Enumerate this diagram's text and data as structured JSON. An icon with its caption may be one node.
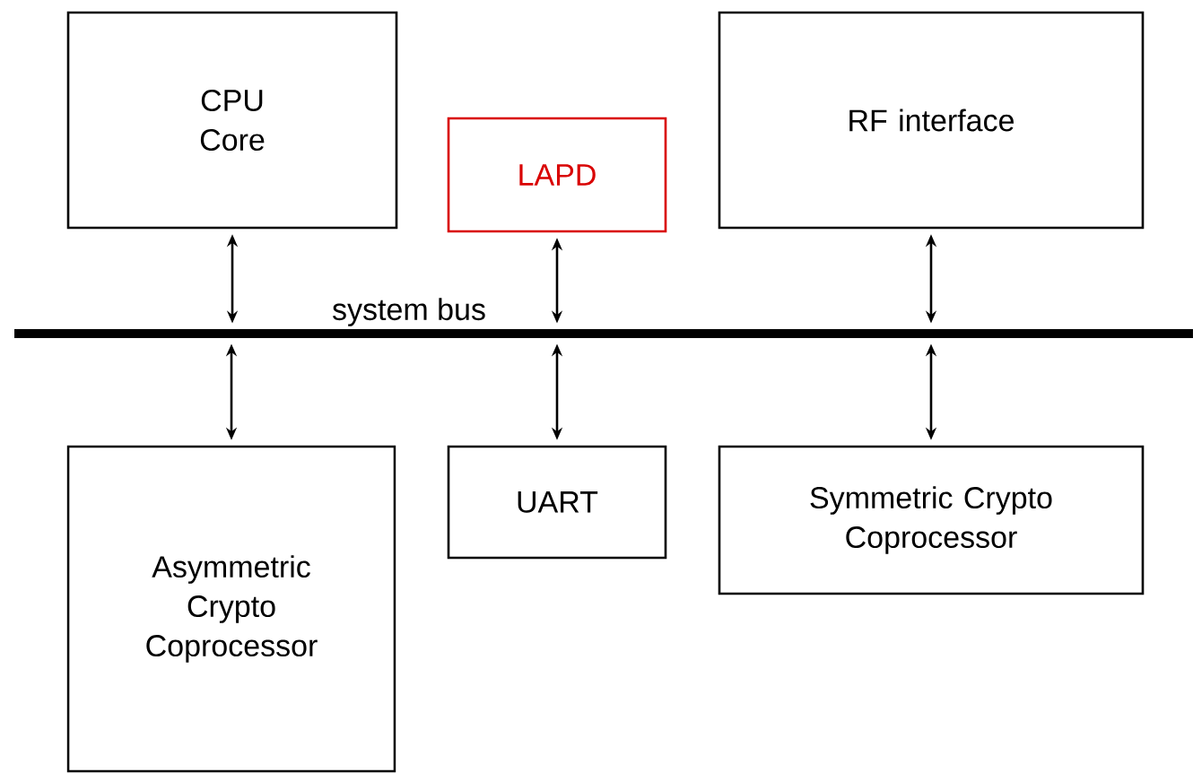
{
  "diagram": {
    "nodes": [
      {
        "text": [
          "CPU Core"
        ]
      },
      {
        "text": [
          "LAPD"
        ]
      },
      {
        "text": [
          "RF interface"
        ]
      },
      {
        "text": [
          "system bus"
        ]
      },
      {
        "text": [
          "Asymmetric Crypto Coprocessor"
        ]
      },
      {
        "text": [
          "UART"
        ]
      },
      {
        "text": [
          "Symmetric Crypto Coprocessor"
        ]
      }
    ],
    "edges": [
      {
        "from": 0,
        "to": 3,
        "arrow": "both"
      },
      {
        "from": 1,
        "to": 3,
        "arrow": "both"
      },
      {
        "from": 2,
        "to": 3,
        "arrow": "both"
      },
      {
        "from": 3,
        "to": 4,
        "arrow": "both"
      },
      {
        "from": 3,
        "to": 5,
        "arrow": "both"
      },
      {
        "from": 3,
        "to": 6,
        "arrow": "both"
      }
    ]
  }
}
